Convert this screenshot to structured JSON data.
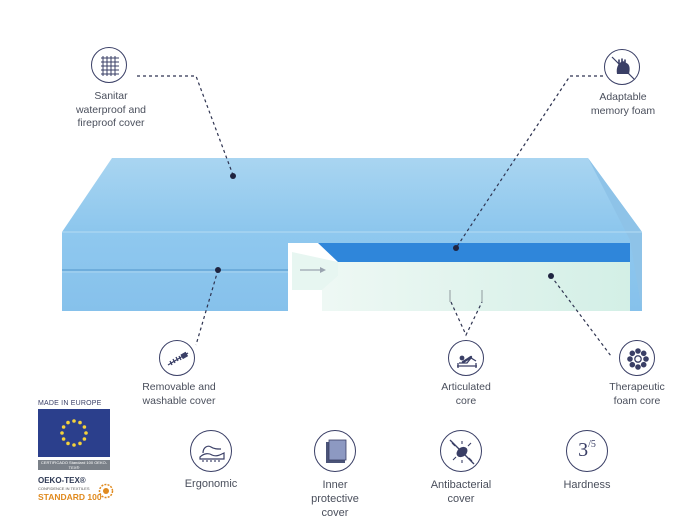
{
  "callouts": {
    "sanitar_cover": {
      "lines": [
        "Sanitar",
        "waterproof and",
        "fireproof cover"
      ],
      "icon": "mesh-fabric-icon"
    },
    "memory_foam": {
      "lines": [
        "Adaptable",
        "memory foam"
      ],
      "icon": "hand-press-icon"
    },
    "removable_cover": {
      "lines": [
        "Removable and",
        "washable cover"
      ],
      "icon": "zipper-icon"
    },
    "articulated_core": {
      "lines": [
        "Articulated",
        "core"
      ],
      "icon": "articulated-bed-icon"
    },
    "therapeutic_core": {
      "lines": [
        "Therapeutic",
        "foam core"
      ],
      "icon": "foam-cells-icon"
    }
  },
  "features": [
    {
      "lines": [
        "Ergonomic"
      ],
      "icon": "ergonomic-icon"
    },
    {
      "lines": [
        "Inner",
        "protective",
        "cover"
      ],
      "icon": "inner-cover-icon"
    },
    {
      "lines": [
        "Antibacterial",
        "cover"
      ],
      "icon": "antibacterial-icon"
    },
    {
      "lines": [
        "Hardness"
      ],
      "icon": "hardness-icon",
      "hardness": {
        "value": "3",
        "scale": "/5"
      }
    }
  ],
  "certification": {
    "made_in": "MADE IN EUROPE",
    "cert_line": "CERTIFICADO Standard 100 OEKO-TEX®",
    "oeko_title": "OEKO-TEX®",
    "oeko_sub": "CONFIDENCE IN TEXTILES",
    "oeko_standard": "STANDARD 100"
  },
  "colors": {
    "mattress_top": "#a6d3f0",
    "mattress_front": "#8ec7ee",
    "mattress_side": "#7ab9e4",
    "memory_foam": "#2f86da",
    "core_foam": "#d8f1ea",
    "icon_stroke": "#3a3f66",
    "text": "#4a4f5c",
    "eu_blue": "#2b3f8c",
    "eu_star": "#f4d23b",
    "oeko_orange": "#e08a1e"
  }
}
